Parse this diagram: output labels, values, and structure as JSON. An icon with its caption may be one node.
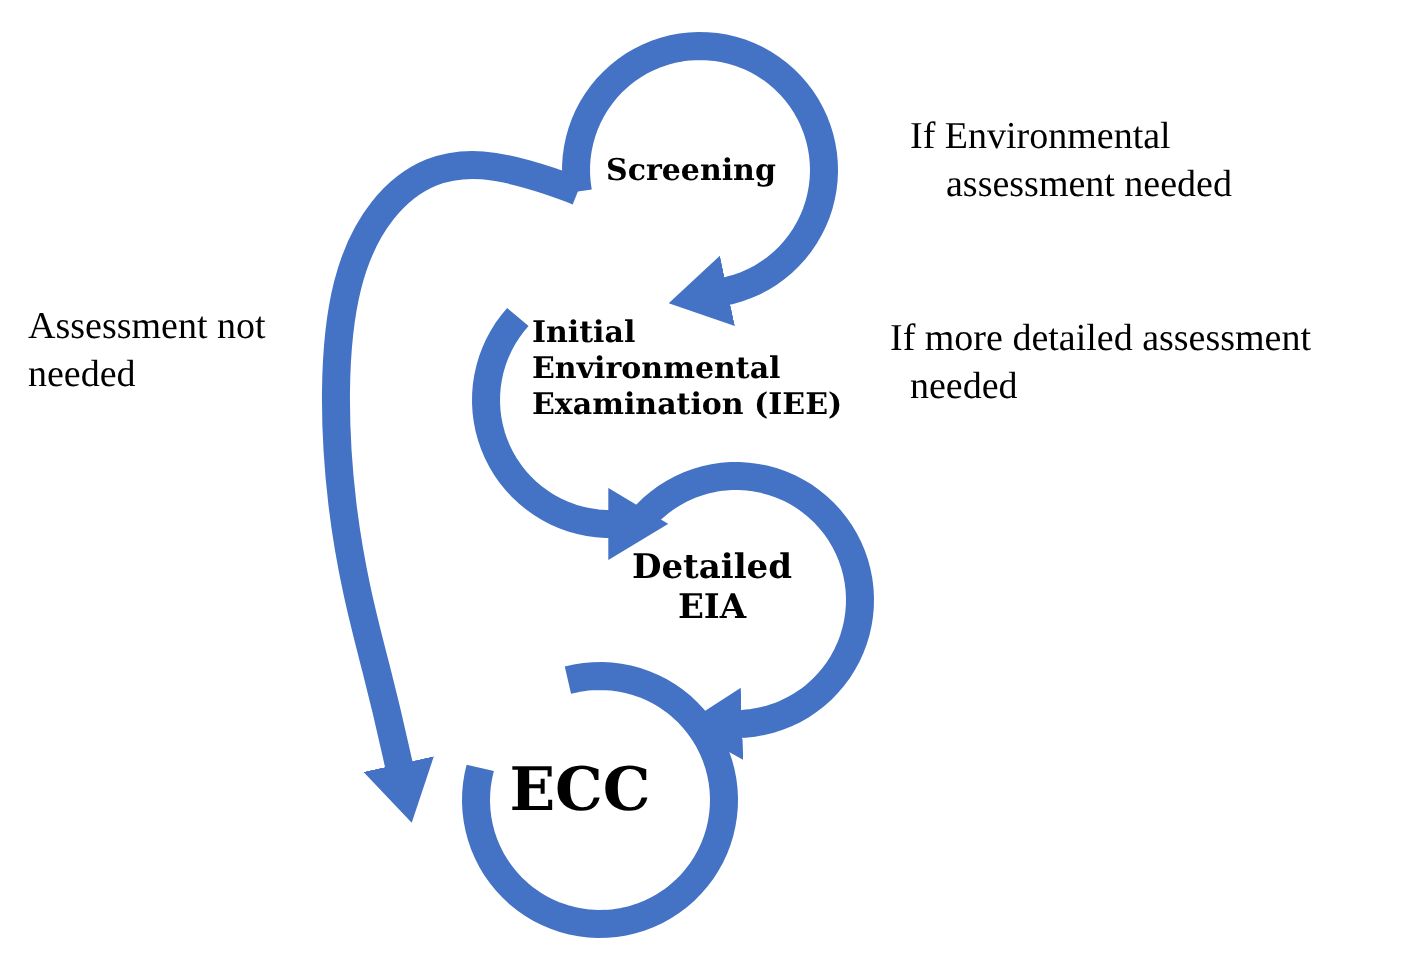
{
  "diagram": {
    "nodes": [
      {
        "text": [
          "Screening"
        ]
      },
      {
        "text": [
          "Initial Environmental Examination (IEE)"
        ]
      },
      {
        "text": [
          "Detailed EIA"
        ]
      },
      {
        "text": [
          "ECC"
        ]
      }
    ],
    "edges": [
      {
        "from": 0,
        "to": 1,
        "arrow": "to"
      },
      {
        "from": 1,
        "to": 2,
        "arrow": "to"
      },
      {
        "from": 2,
        "to": 3,
        "arrow": "to"
      },
      {
        "from": 0,
        "to": 3,
        "arrow": "to"
      }
    ],
    "labels": [
      "If Environmental assessment needed",
      "If more detailed assessment needed",
      "Assessment not needed"
    ]
  }
}
